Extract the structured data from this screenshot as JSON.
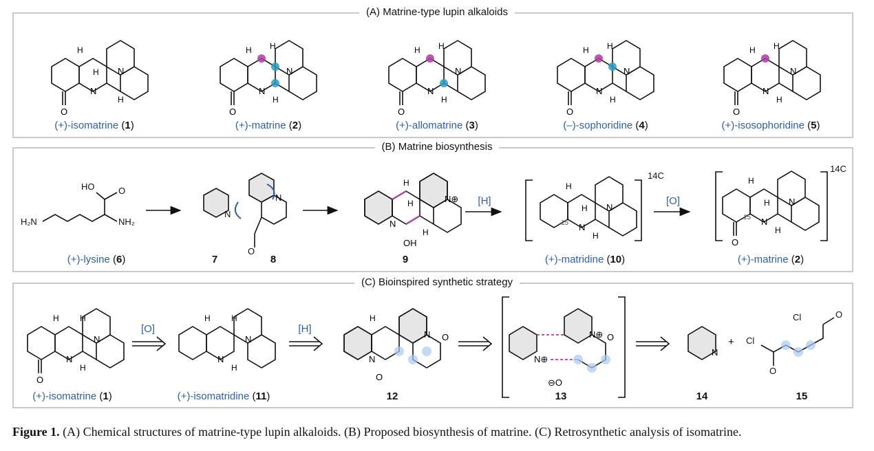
{
  "panels": {
    "a_title": "(A) Matrine-type lupin alkaloids",
    "b_title": "(B) Matrine biosynthesis",
    "c_title": "(C) Bioinspired synthetic strategy"
  },
  "panel_a": {
    "c1_name": "(+)-isomatrine",
    "c1_num": "1",
    "c2_name": "(+)-matrine",
    "c2_num": "2",
    "c3_name": "(+)-allomatrine",
    "c3_num": "3",
    "c4_name": "(–)-sophoridine",
    "c4_num": "4",
    "c5_name": "(+)-isosophoridine",
    "c5_num": "5"
  },
  "panel_b": {
    "lysine_name": "(+)-lysine",
    "lysine_num": "6",
    "num7": "7",
    "num8": "8",
    "num9": "9",
    "h_reagent": "[H]",
    "o_reagent": "[O]",
    "matridine_name": "(+)-matridine",
    "matridine_num": "10",
    "matrine_name": "(+)-matrine",
    "matrine_num": "2",
    "isotope": "14C"
  },
  "panel_c": {
    "o_reagent": "[O]",
    "h_reagent": "[H]",
    "isomatrine_name": "(+)-isomatrine",
    "isomatrine_num": "1",
    "isomatridine_name": "(+)-isomatridine",
    "isomatridine_num": "11",
    "num12": "12",
    "num13": "13",
    "num14": "14",
    "num15": "15"
  },
  "caption": {
    "label": "Figure 1.",
    "text": " (A) Chemical structures of matrine-type lupin alkaloids. (B) Proposed biosynthesis of matrine. (C) Retrosynthetic analysis of isomatrine."
  },
  "colors": {
    "highlight_magenta": "#b23aa8",
    "highlight_cyan": "#2a9ec4",
    "label_blue": "#2d5fa8",
    "bead_blue": "#a9c9ef"
  }
}
